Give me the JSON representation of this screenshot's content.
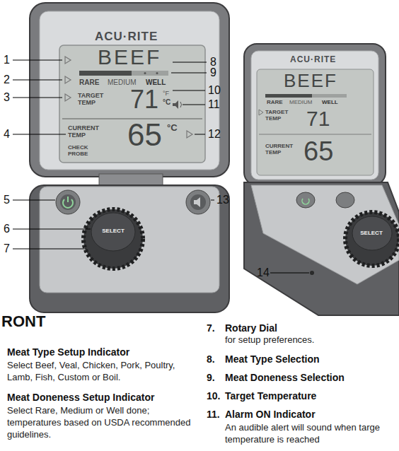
{
  "diagram": {
    "nodes": [
      {
        "text": [
          "BEEF",
          "RARE",
          "MEDIUM",
          "WELL",
          "TARGET TEMP",
          "71",
          "°F",
          "°C",
          "CURRENT TEMP",
          "65",
          "°C",
          "CHECK PROBE"
        ]
      },
      {
        "text": [
          "SELECT"
        ]
      },
      {
        "text": [
          "BEEF",
          "RARE",
          "MEDIUM",
          "WELL",
          "TARGET TEMP",
          "71",
          "CURRENT TEMP",
          "65"
        ]
      },
      {
        "text": [
          "SELECT"
        ]
      }
    ],
    "labels": [
      "ACU·RITE",
      "ACU·RITE",
      "1",
      "2",
      "3",
      "4",
      "5",
      "6",
      "7",
      "8",
      "9",
      "10",
      "11",
      "12",
      "13",
      "14",
      "RONT",
      "Meat Type Setup Indicator",
      "Select Beef, Veal, Chicken, Pork, Poultry, Lamb, Fish, Custom or Boil.",
      "Meat Doneness Setup Indicator",
      "Select Rare, Medium or Well done; temperatures based on USDA recommended guidelines.",
      "7.",
      "Rotary Dial",
      "for setup preferences.",
      "8.",
      "Meat Type Selection",
      "9.",
      "Meat Doneness Selection",
      "10.",
      "Target Temperature",
      "11.",
      "Alarm ON Indicator",
      "An audible alert will sound when targe temperature is reached"
    ]
  }
}
